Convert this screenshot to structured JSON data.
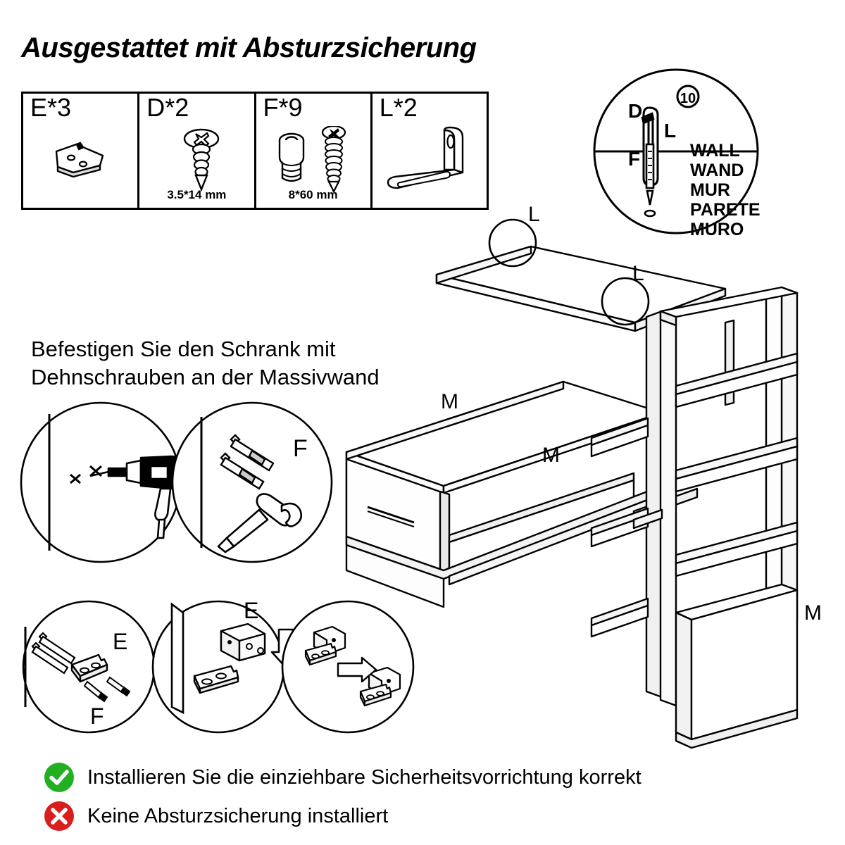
{
  "title": "Ausgestattet mit Absturzsicherung",
  "parts_table": {
    "parts": [
      {
        "code": "E*3",
        "icon": "mounting-bracket-plate",
        "dimension": ""
      },
      {
        "code": "D*2",
        "icon": "short-screw",
        "dimension": "3.5*14 mm"
      },
      {
        "code": "F*9",
        "icon": "wall-plug-and-long-screw",
        "dimension": "8*60 mm"
      },
      {
        "code": "L*2",
        "icon": "l-angle-bracket",
        "dimension": ""
      }
    ]
  },
  "wall_detail": {
    "step_number": "10",
    "labels": {
      "d": "D",
      "l": "L",
      "f": "F"
    },
    "wall_words": [
      "WALL",
      "WAND",
      "MUR",
      "PARETE",
      "MURO"
    ]
  },
  "instruction": {
    "line1": "Befestigen Sie den Schrank mit",
    "line2": "Dehnschrauben an der Massivwand"
  },
  "detail_circles": {
    "drill_holes": {
      "label": "",
      "icon": "power-drill-icon"
    },
    "insert_plugs": {
      "label": "F",
      "icon": "hammer-and-wall-plugs-icon"
    },
    "screw_bracket": {
      "label_e": "E",
      "label_f": "F",
      "icon": "bracket-with-screws-icon"
    },
    "attach_fitting": {
      "label": "E",
      "icon": "fitting-with-down-arrow-icon"
    },
    "engage_fitting": {
      "label": "",
      "icon": "fitting-engage-arrow-icon"
    }
  },
  "furniture": {
    "labels": [
      {
        "text": "L",
        "part": "top-shelf-left-anchor"
      },
      {
        "text": "L",
        "part": "top-shelf-right-anchor"
      },
      {
        "text": "M",
        "part": "cabinet-top-left"
      },
      {
        "text": "M",
        "part": "cabinet-top-right"
      },
      {
        "text": "M",
        "part": "lower-cabinet-right"
      }
    ]
  },
  "status": {
    "ok": {
      "text": "Installieren Sie die einziehbare Sicherheitsvorrichtung korrekt",
      "icon": "check-circle-icon",
      "color": "#22b022"
    },
    "not_ok": {
      "text": "Keine Absturzsicherung installiert",
      "icon": "x-circle-icon",
      "color": "#d91e1e"
    }
  }
}
